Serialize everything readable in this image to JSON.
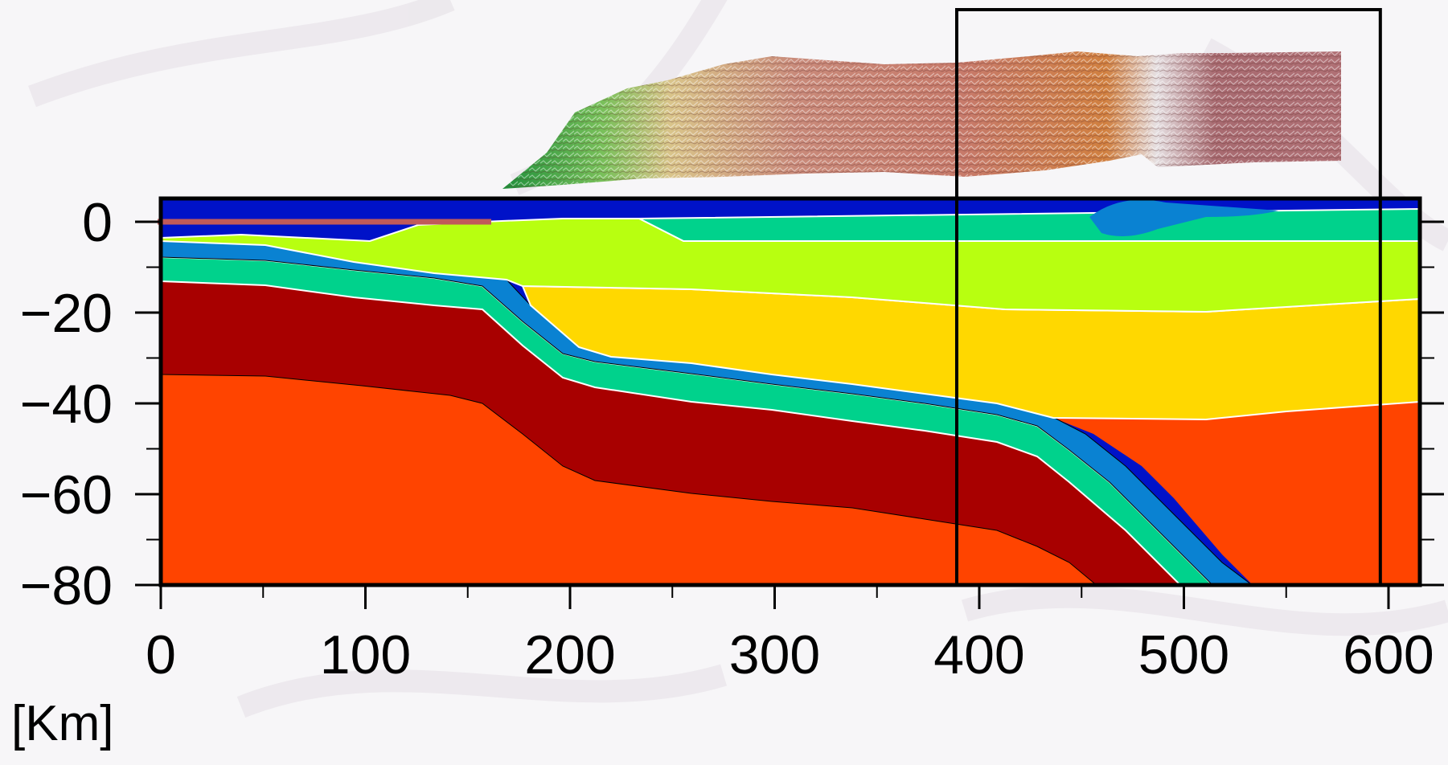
{
  "chart_data": {
    "type": "geologic-cross-section",
    "x_unit_label": "[Km]",
    "x_range": [
      0,
      620
    ],
    "y_range": [
      -80,
      5
    ],
    "x_ticks": [
      0,
      100,
      200,
      300,
      400,
      500,
      600
    ],
    "y_ticks": [
      0,
      -20,
      -40,
      -60,
      -80
    ],
    "colors": {
      "ocean": "#0012c8",
      "sediment_cyan": "#00d28c",
      "upper_crust": "#b8ff10",
      "lower_crust": "#ffd800",
      "slab_blue": "#0a82d2",
      "slab_cyan": "#00d28c",
      "slab_mantle": "#a80000",
      "mantle": "#ff4400",
      "bar": "#c05a5a",
      "frame": "#000000"
    },
    "highlight_box_x": [
      389,
      596
    ],
    "surface_profile_bar_x": [
      0,
      160
    ]
  }
}
